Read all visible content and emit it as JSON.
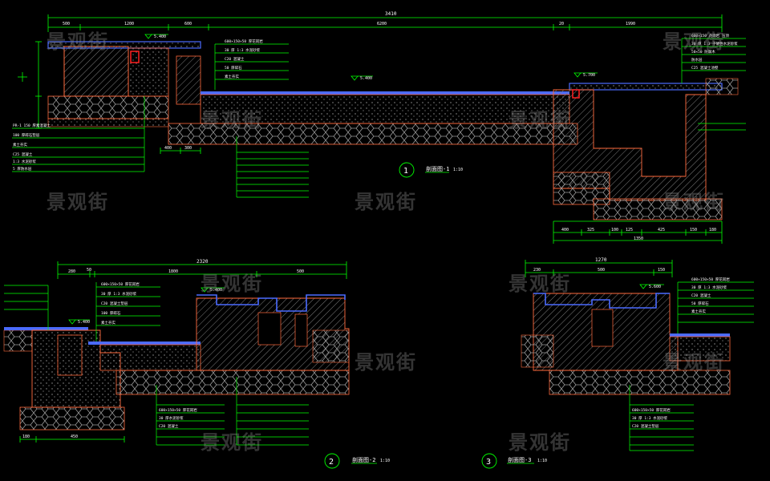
{
  "colors": {
    "background": "#000000",
    "dimension": "#00ff00",
    "leader": "#00ff00",
    "section_outline": "#ff6a3d",
    "paving": "#4b6bff",
    "label": "#ffffff",
    "fill": "#7a7a7a",
    "watermark": "#9a9a9a"
  },
  "watermark": {
    "text": "景观街"
  },
  "sections": [
    {
      "number": "1",
      "title": "剖面图-1",
      "scale": "1:10",
      "overall_dim": "3410",
      "dims_top": [
        "500",
        "1200",
        "600",
        "6200",
        "20",
        "1990"
      ],
      "dims_bottom_left": [
        "400",
        "300"
      ],
      "dims_bottom_right": [
        "400",
        "325",
        "100",
        "125",
        "425",
        "150",
        "180"
      ],
      "dims_bottom_total": "1350",
      "elevations": [
        "5.400",
        "5.400",
        "5.700"
      ],
      "notes_left": [
        "PR-1 150 厚素混凝土",
        "100 厚碎石垫层",
        "素土夯实",
        "C25 混凝土",
        "1:3 水泥砂浆",
        "5 厚防水层"
      ],
      "notes_top": [
        "600×150×50 厚花岗岩",
        "30 厚 1:3 水泥砂浆",
        "C20 混凝土",
        "50 厚碎石",
        "素土夯实"
      ],
      "notes_right": [
        "600×150 花岗岩 压顶",
        "30 厚 1:3 干硬性水泥砂浆",
        "50×50 防腐木",
        "防水层",
        "C25 混凝土池壁"
      ]
    },
    {
      "number": "2",
      "title": "剖面图-2",
      "scale": "1:10",
      "overall_dim": "2320",
      "dims_top": [
        "280",
        "50",
        "1800",
        "500"
      ],
      "dims_bottom": [
        "180",
        "450"
      ],
      "elevations": [
        "5.400",
        "5.400"
      ],
      "notes_top": [
        "600×150×50 厚花岗岩",
        "30 厚 1:3 水泥砂浆",
        "C20 混凝土垫层",
        "100 厚碎石",
        "素土夯实"
      ],
      "notes_bottom": [
        "600×150×50 厚花岗岩",
        "30 厚水泥砂浆",
        "C20 混凝土"
      ]
    },
    {
      "number": "3",
      "title": "剖面图-3",
      "scale": "1:10",
      "overall_dim": "1270",
      "dims_top": [
        "230",
        "500",
        "150"
      ],
      "elevations": [
        "5.600"
      ],
      "notes_right": [
        "600×150×50 厚花岗岩",
        "30 厚 1:3 水泥砂浆",
        "C20 混凝土",
        "50 厚碎石",
        "素土夯实"
      ],
      "notes_bottom": [
        "600×150×50 厚花岗岩",
        "30 厚 1:3 水泥砂浆",
        "C20 混凝土垫层"
      ]
    }
  ]
}
